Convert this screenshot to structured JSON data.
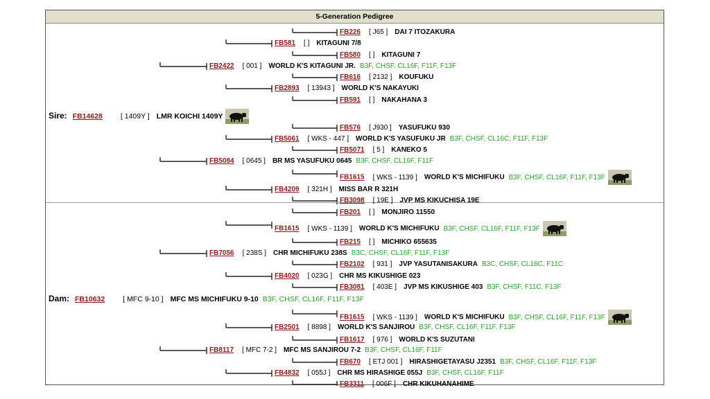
{
  "title": "5-Generation Pedigree",
  "sire_label": "Sire:",
  "dam_label": "Dam:",
  "colors": {
    "link": "#8b1a1a",
    "traits": "#2aa02a",
    "header_bg": "#e2dfcc"
  },
  "sire": [
    {
      "level": 4,
      "id": "FB226",
      "reg": "[ J65 ]",
      "name": "DAI 7 ITOZAKURA",
      "traits": ""
    },
    {
      "level": 3,
      "id": "FB581",
      "reg": "[ ]",
      "name": "KITAGUNI 7/8",
      "traits": ""
    },
    {
      "level": 4,
      "id": "FB580",
      "reg": "[ ]",
      "name": "KITAGUNI 7",
      "traits": ""
    },
    {
      "level": 2,
      "id": "FB2422",
      "reg": "[ 001 ]",
      "name": "WORLD K'S KITAGUNI JR.",
      "traits": "B3F, CHSF, CL16F, F11F, F13F"
    },
    {
      "level": 4,
      "id": "FB616",
      "reg": "[ 2132 ]",
      "name": "KOUFUKU",
      "traits": ""
    },
    {
      "level": 3,
      "id": "FB2893",
      "reg": "[ 13943 ]",
      "name": "WORLD K'S NAKAYUKI",
      "traits": ""
    },
    {
      "level": 4,
      "id": "FB591",
      "reg": "[ ]",
      "name": "NAKAHANA 3",
      "traits": ""
    },
    {
      "level": 1,
      "id": "FB14628",
      "reg": "[ 1409Y ]",
      "name": "LMR KOICHI 1409Y",
      "traits": "",
      "photo": true
    },
    {
      "level": 4,
      "id": "FB576",
      "reg": "[ J930 ]",
      "name": "YASUFUKU 930",
      "traits": ""
    },
    {
      "level": 3,
      "id": "FB5061",
      "reg": "[ WKS - 447 ]",
      "name": "WORLD K'S YASUFUKU JR",
      "traits": "B3F, CHSF, CL16C, F11F, F13F"
    },
    {
      "level": 4,
      "id": "FB5071",
      "reg": "[ 5 ]",
      "name": "KANEKO 5",
      "traits": ""
    },
    {
      "level": 2,
      "id": "FB5084",
      "reg": "[ 0645 ]",
      "name": "BR MS YASUFUKU 0645",
      "traits": "B3F, CHSF, CL16F, F11F"
    },
    {
      "level": 4,
      "id": "FB1615",
      "reg": "[ WKS - 1139 ]",
      "name": "WORLD K'S MICHIFUKU",
      "traits": "B3F, CHSF, CL16F, F11F, F13F",
      "photo": true
    },
    {
      "level": 3,
      "id": "FB4209",
      "reg": "[ 321H ]",
      "name": "MISS BAR R 321H",
      "traits": ""
    },
    {
      "level": 4,
      "id": "FB3098",
      "reg": "[ 19E ]",
      "name": "JVP MS KIKUCHISA 19E",
      "traits": ""
    }
  ],
  "dam": [
    {
      "level": 4,
      "id": "FB201",
      "reg": "[ ]",
      "name": "MONJIRO 11550",
      "traits": ""
    },
    {
      "level": 3,
      "id": "FB1615",
      "reg": "[ WKS - 1139 ]",
      "name": "WORLD K'S MICHIFUKU",
      "traits": "B3F, CHSF, CL16F, F11F, F13F",
      "photo": true
    },
    {
      "level": 4,
      "id": "FB215",
      "reg": "[ ]",
      "name": "MICHIKO 655635",
      "traits": ""
    },
    {
      "level": 2,
      "id": "FB7056",
      "reg": "[ 238S ]",
      "name": "CHR MICHIFUKU 238S",
      "traits": "B3C, CHSF, CL16F, F11F, F13F"
    },
    {
      "level": 4,
      "id": "FB2102",
      "reg": "[ 931 ]",
      "name": "JVP YASUTANISAKURA",
      "traits": "B3C, CHSF, CL16C, F11C"
    },
    {
      "level": 3,
      "id": "FB4020",
      "reg": "[ 023G ]",
      "name": "CHR MS KIKUSHIGE 023",
      "traits": ""
    },
    {
      "level": 4,
      "id": "FB3081",
      "reg": "[ 403E ]",
      "name": "JVP MS KIKUSHIGE 403",
      "traits": "B3F, CHSF, F11C, F13F"
    },
    {
      "level": 1,
      "id": "FB10632",
      "reg": "[ MFC 9-10 ]",
      "name": "MFC MS MICHIFUKU 9-10",
      "traits": "B3F, CHSF, CL16F, F11F, F13F"
    },
    {
      "level": 4,
      "id": "FB1615",
      "reg": "[ WKS - 1139 ]",
      "name": "WORLD K'S MICHIFUKU",
      "traits": "B3F, CHSF, CL16F, F11F, F13F",
      "photo": true
    },
    {
      "level": 3,
      "id": "FB2501",
      "reg": "[ 8898 ]",
      "name": "WORLD K'S SANJIROU",
      "traits": "B3F, CHSF, CL16F, F11F, F13F"
    },
    {
      "level": 4,
      "id": "FB1617",
      "reg": "[ 976 ]",
      "name": "WORLD K'S SUZUTANI",
      "traits": ""
    },
    {
      "level": 2,
      "id": "FB8117",
      "reg": "[ MFC 7-2 ]",
      "name": "MFC MS SANJIROU 7-2",
      "traits": "B3F, CHSF, CL16F, F11F"
    },
    {
      "level": 4,
      "id": "FB670",
      "reg": "[ ETJ 001 ]",
      "name": "HIRASHIGETAYASU J2351",
      "traits": "B3F, CHSF, CL16F, F11F, F13F"
    },
    {
      "level": 3,
      "id": "FB4832",
      "reg": "[ 055J ]",
      "name": "CHR MS HIRASHIGE 055J",
      "traits": "B3F, CHSF, CL16F, F11F"
    },
    {
      "level": 4,
      "id": "FB3311",
      "reg": "[ 006F ]",
      "name": "CHR KIKUHANAHIME",
      "traits": ""
    }
  ]
}
